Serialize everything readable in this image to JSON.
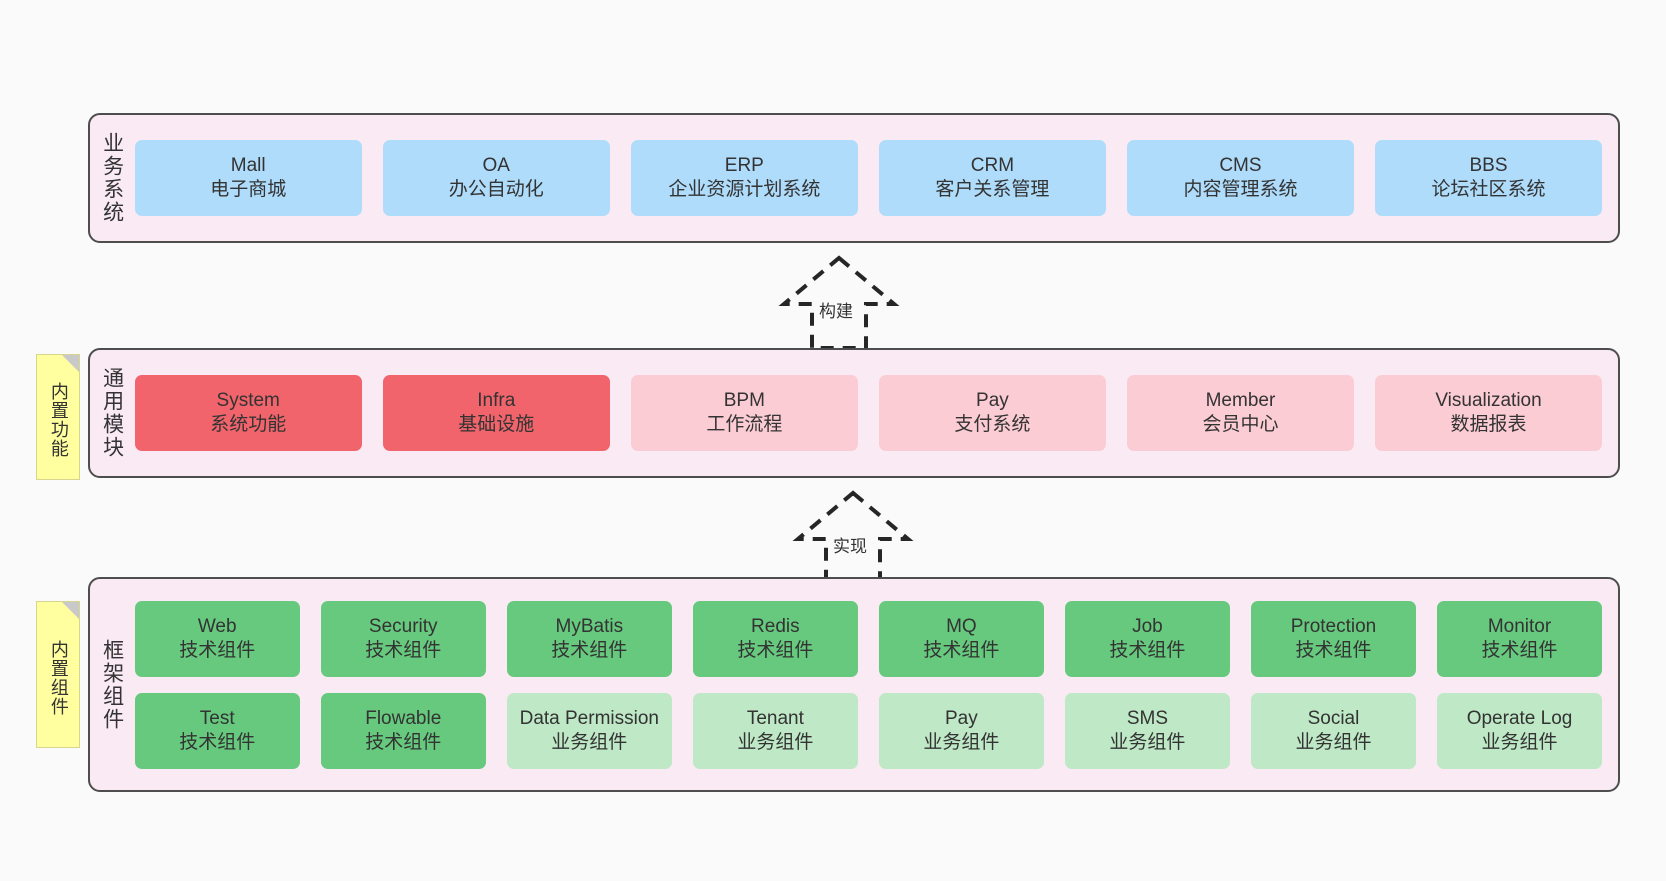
{
  "diagram": {
    "background_color": "#fafafa",
    "layer_fill": "#f9eaf4",
    "layer_border": "#4d4d4d"
  },
  "layers": [
    {
      "id": "business",
      "title": "业务系统",
      "color": "#afdcfb",
      "rows": [
        [
          {
            "name": "Mall",
            "desc": "电子商城",
            "style": "c-blue"
          },
          {
            "name": "OA",
            "desc": "办公自动化",
            "style": "c-blue"
          },
          {
            "name": "ERP",
            "desc": "企业资源计划系统",
            "style": "c-blue"
          },
          {
            "name": "CRM",
            "desc": "客户关系管理",
            "style": "c-blue"
          },
          {
            "name": "CMS",
            "desc": "内容管理系统",
            "style": "c-blue"
          },
          {
            "name": "BBS",
            "desc": "论坛社区系统",
            "style": "c-blue"
          }
        ]
      ]
    },
    {
      "id": "common",
      "title": "通用模块",
      "color": "#f1646c",
      "rows": [
        [
          {
            "name": "System",
            "desc": "系统功能",
            "style": "c-red"
          },
          {
            "name": "Infra",
            "desc": "基础设施",
            "style": "c-red"
          },
          {
            "name": "BPM",
            "desc": "工作流程",
            "style": "c-pink"
          },
          {
            "name": "Pay",
            "desc": "支付系统",
            "style": "c-pink"
          },
          {
            "name": "Member",
            "desc": "会员中心",
            "style": "c-pink"
          },
          {
            "name": "Visualization",
            "desc": "数据报表",
            "style": "c-pink"
          }
        ]
      ]
    },
    {
      "id": "frame",
      "title": "框架组件",
      "color": "#66c97e",
      "rows": [
        [
          {
            "name": "Web",
            "desc": "技术组件",
            "style": "c-green"
          },
          {
            "name": "Security",
            "desc": "技术组件",
            "style": "c-green"
          },
          {
            "name": "MyBatis",
            "desc": "技术组件",
            "style": "c-green"
          },
          {
            "name": "Redis",
            "desc": "技术组件",
            "style": "c-green"
          },
          {
            "name": "MQ",
            "desc": "技术组件",
            "style": "c-green"
          },
          {
            "name": "Job",
            "desc": "技术组件",
            "style": "c-green"
          },
          {
            "name": "Protection",
            "desc": "技术组件",
            "style": "c-green"
          },
          {
            "name": "Monitor",
            "desc": "技术组件",
            "style": "c-green"
          }
        ],
        [
          {
            "name": "Test",
            "desc": "技术组件",
            "style": "c-green"
          },
          {
            "name": "Flowable",
            "desc": "技术组件",
            "style": "c-green"
          },
          {
            "name": "Data Permission",
            "desc": "业务组件",
            "style": "c-lightgreen"
          },
          {
            "name": "Tenant",
            "desc": "业务组件",
            "style": "c-lightgreen"
          },
          {
            "name": "Pay",
            "desc": "业务组件",
            "style": "c-lightgreen"
          },
          {
            "name": "SMS",
            "desc": "业务组件",
            "style": "c-lightgreen"
          },
          {
            "name": "Social",
            "desc": "业务组件",
            "style": "c-lightgreen"
          },
          {
            "name": "Operate Log",
            "desc": "业务组件",
            "style": "c-lightgreen"
          }
        ]
      ]
    }
  ],
  "sticky_notes": [
    {
      "id": "common",
      "text": "内置功能",
      "color": "#ffffa0"
    },
    {
      "id": "frame",
      "text": "内置组件",
      "color": "#ffffa0"
    }
  ],
  "arrows": [
    {
      "id": "build",
      "label": "构建",
      "style": "dashed-hollow-up"
    },
    {
      "id": "impl",
      "label": "实现",
      "style": "dashed-hollow-up"
    }
  ]
}
